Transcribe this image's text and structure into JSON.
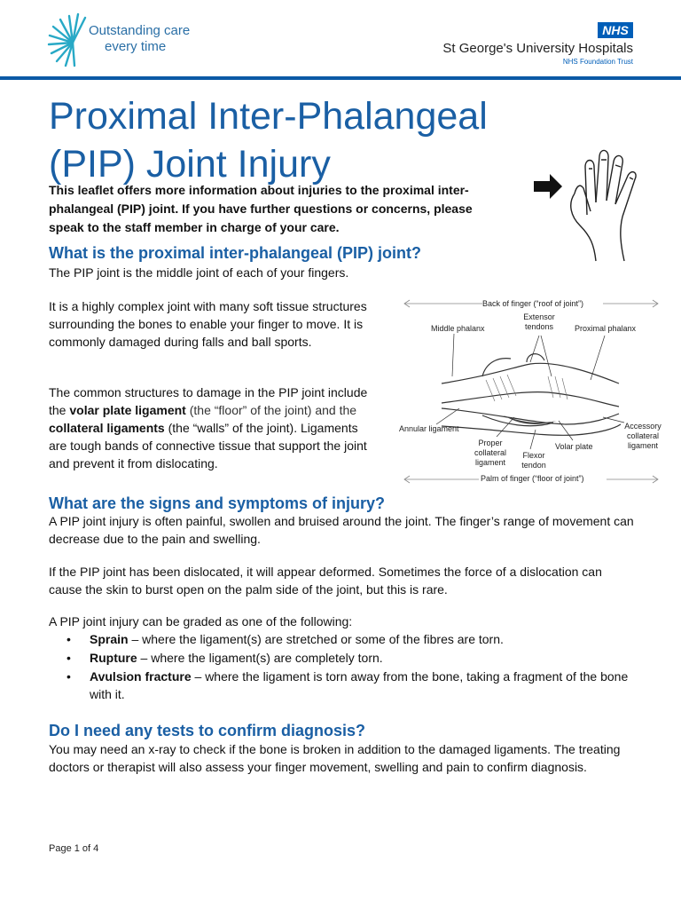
{
  "header": {
    "tagline_line1": "Outstanding care",
    "tagline_line2": "every time",
    "nhs_badge": "NHS",
    "trust_name": "St George's University Hospitals",
    "trust_sub": "NHS Foundation Trust",
    "colors": {
      "brand_blue": "#1a5fa4",
      "nhs_blue": "#005eb8",
      "rule": "#0b5aa6"
    }
  },
  "title_line1": "Proximal Inter-Phalangeal",
  "title_line2": "(PIP) Joint Injury",
  "intro": "This leaflet offers more information about injuries to the proximal inter-phalangeal (PIP) joint. If you have further questions or concerns, please speak to the staff member in charge of your care.",
  "section1": {
    "heading": "What is the proximal inter-phalangeal (PIP) joint?",
    "p1": "The PIP joint is the middle joint of each of your fingers.",
    "p2": "It is a highly complex joint with many soft tissue structures surrounding the bones to enable your finger to move. It is commonly damaged during falls and ball sports.",
    "p3_a": "The common structures to damage in the PIP joint include the ",
    "p3_b": "volar plate ligament",
    "p3_c": " (the “floor” of the joint) and the ",
    "p3_d": "collateral ligaments",
    "p3_e": " (the “walls” of the joint). Ligaments are tough bands of connective tissue that support the joint and prevent it from dislocating."
  },
  "diagram": {
    "back": "Back of finger (“roof of joint”)",
    "extensor": "Extensor tendons",
    "middle": "Middle phalanx",
    "proximal": "Proximal phalanx",
    "annular": "Annular ligament",
    "proper": "Proper collateral ligament",
    "flexor": "Flexor tendon",
    "volar": "Volar plate",
    "accessory": "Accessory collateral ligament",
    "palm": "Palm of finger (“floor of joint”)"
  },
  "section2": {
    "heading": "What are the signs and symptoms of injury?",
    "p1": "A PIP joint injury is often painful, swollen and bruised around the joint. The finger’s range of movement can decrease due to the pain and swelling.",
    "p2": "If the PIP joint has been dislocated, it will appear deformed. Sometimes the force of a dislocation can cause the skin to burst open on the palm side of the joint, but this is rare.",
    "p3": "A PIP joint injury can be graded as one of the following:",
    "bullet_glyph": "•",
    "bullets": [
      {
        "term": "Sprain",
        "text": " – where the ligament(s) are stretched or some of the fibres are torn."
      },
      {
        "term": "Rupture",
        "text": " – where the ligament(s) are completely torn."
      },
      {
        "term": "Avulsion fracture",
        "text": " – where the ligament is torn away from the bone, taking a fragment of the bone with it."
      }
    ]
  },
  "section3": {
    "heading": "Do I need any tests to confirm diagnosis?",
    "p1": "You may need an x-ray to check if the bone is broken in addition to the damaged ligaments. The treating doctors or therapist will also assess your finger movement, swelling and pain to confirm diagnosis."
  },
  "footer": "Page 1 of 4"
}
